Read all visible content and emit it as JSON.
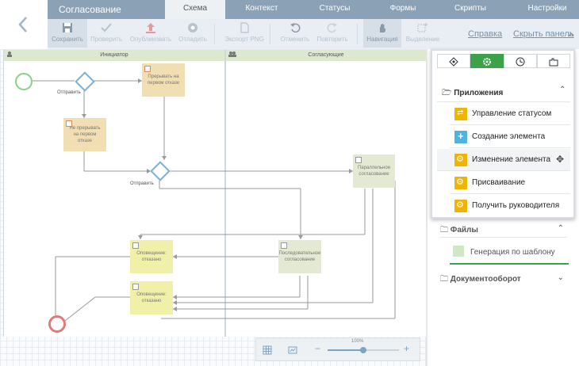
{
  "header": {
    "title": "Согласование",
    "tabs": [
      {
        "label": "Схема",
        "active": true
      },
      {
        "label": "Контекст",
        "active": false
      },
      {
        "label": "Статусы",
        "active": false
      },
      {
        "label": "Формы",
        "active": false
      },
      {
        "label": "Скрипты",
        "active": false
      },
      {
        "label": "Настройки",
        "active": false
      }
    ]
  },
  "toolbar": {
    "save": "Сохранить",
    "check": "Проверить",
    "publish": "Опубликовать",
    "revert": "Отладить",
    "export": "Экспорт PNG",
    "undo": "Отменить",
    "redo": "Повторить",
    "navigation": "Навигация",
    "selection": "Выделение",
    "help": "Справка",
    "hide_panel": "Скрыть панель"
  },
  "diagram": {
    "lanes": [
      "Инициатор",
      "Согласующие"
    ],
    "tasks": {
      "interrupt": "Прерывать на первом отказе",
      "no_interrupt": "Не прерывать на первом отказе",
      "parallel": "Параллельное согласование",
      "notify1": "Оповещение: отказано",
      "sequential": "Последовательное согласование",
      "notify2": "Оповещение: отказано"
    },
    "edge_labels": {
      "send1": "Отправить",
      "send2": "Отправить"
    }
  },
  "zoom": {
    "label": "100%",
    "level": 0.5
  },
  "palette": {
    "group_apps": "Приложения",
    "items": [
      {
        "label": "Управление статусом",
        "icon": "status-icon",
        "color": "#f0b400"
      },
      {
        "label": "Создание элемента",
        "icon": "plus-icon",
        "color": "#4db3df"
      },
      {
        "label": "Изменение элемента",
        "icon": "gear-icon",
        "color": "#f0b400"
      },
      {
        "label": "Присваивание",
        "icon": "gear-icon",
        "color": "#f0b400"
      },
      {
        "label": "Получить руководителя",
        "icon": "gear-icon",
        "color": "#f0b400"
      }
    ],
    "group_files": "Файлы",
    "template_gen": "Генерация по шаблону",
    "group_docflow": "Документооборот"
  },
  "colors": {
    "accent": "#3ba24a",
    "topbar": "#8aa1b6",
    "task_orange": "#f1dfb3",
    "task_yellow": "#f0f0a8",
    "task_green": "#e3e9d2"
  }
}
